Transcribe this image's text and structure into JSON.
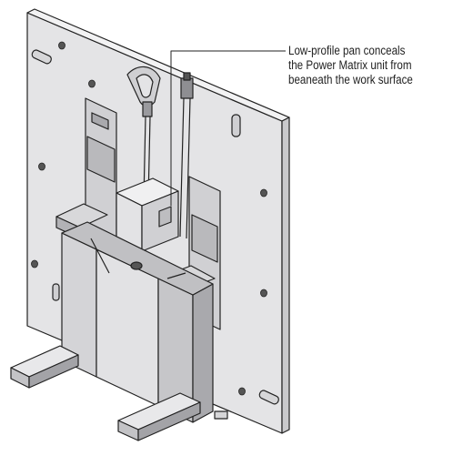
{
  "callout": {
    "lines": [
      "Low-profile pan conceals",
      "the Power Matrix unit from",
      "beaneath the work surface"
    ]
  },
  "colors": {
    "panel_face": "#e4e4e6",
    "panel_edge": "#c9c9cc",
    "metal_light": "#dcdcde",
    "metal_mid": "#bdbdc0",
    "metal_dark": "#8e8e92",
    "outline": "#222222"
  }
}
